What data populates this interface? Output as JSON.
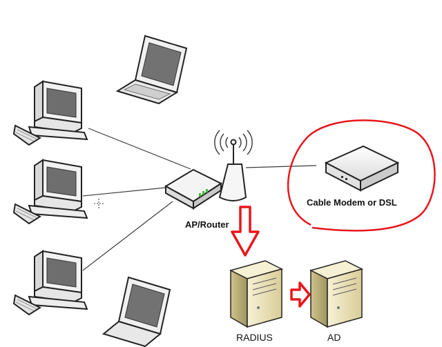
{
  "labels": {
    "router": "AP/Router",
    "modem": "Cable Modem or DSL",
    "radius": "RADIUS",
    "ad": "AD"
  },
  "colors": {
    "annotation": "#e8161b",
    "line": "#3a3a3a",
    "device_body": "#f0f0f0",
    "device_outline": "#222222",
    "screen": "#6f6f6f",
    "server_body": "#efe7c4",
    "server_front": "#d9cf9c",
    "server_side": "#cbbf86"
  },
  "icons": {
    "laptop": "laptop-icon",
    "desktop": "desktop-computer-icon",
    "router": "wireless-router-icon",
    "antenna": "antenna-icon",
    "modem": "cable-modem-icon",
    "server": "server-icon",
    "arrow": "red-arrow-icon",
    "circle": "red-circle-annotation"
  }
}
